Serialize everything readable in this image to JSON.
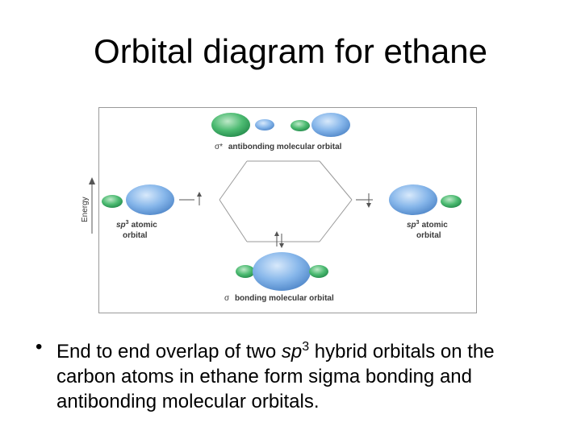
{
  "slide": {
    "title": "Orbital diagram for ethane"
  },
  "diagram": {
    "y_axis_label": "Energy",
    "antibonding_sigma": "σ*",
    "antibonding_label": "antibonding molecular orbital",
    "bonding_sigma": "σ",
    "bonding_label": "bonding molecular orbital",
    "left_atomic": {
      "sp": "sp",
      "exp": "3",
      "word1": "atomic",
      "word2": "orbital"
    },
    "right_atomic": {
      "sp": "sp",
      "exp": "3",
      "word1": "atomic",
      "word2": "orbital"
    },
    "colors": {
      "blue_lobe": "#7fb0e6",
      "green_lobe": "#43b36a",
      "label_text": "#3a3a3a",
      "lines": "#9a9a9a"
    }
  },
  "bullet": {
    "marker": "•",
    "before": "End to end overlap of two ",
    "italic": "sp",
    "superscript": "3",
    "after": " hybrid orbitals on the carbon atoms in ethane form sigma bonding and antibonding molecular orbitals."
  }
}
